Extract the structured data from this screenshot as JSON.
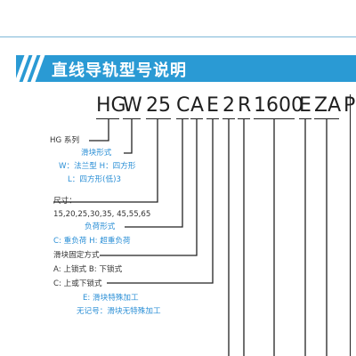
{
  "title": "直线导轨型号说明",
  "model_code": {
    "parts": [
      "HG",
      "W",
      "25",
      "C",
      "A",
      "E",
      "2",
      "R",
      "1600",
      "E",
      "ZA",
      "P"
    ]
  },
  "legend": {
    "series_label": "HG 系列",
    "block_type_label": "滑块形式",
    "block_type_opts_1": "W：法兰型  H：四方形",
    "block_type_opts_2": "L：四方形(低)3",
    "size_label": "尺寸：",
    "size_values": "15,20,25,30,35,  45,55,65",
    "load_label": "负荷形式",
    "load_opts": "C: 重负荷  H: 超重负荷",
    "mount_label": "滑块固定方式",
    "mount_opts_1": "A: 上锁式   B: 下锁式",
    "mount_opts_2": "C: 上或下锁式",
    "special_opt_e": "E:  滑块特殊加工",
    "special_opt_none": "无记号：滑块无特殊加工"
  },
  "colors": {
    "banner": "#2a9ad4",
    "text_dark": "#333333",
    "text_blue": "#2b8fd6"
  }
}
